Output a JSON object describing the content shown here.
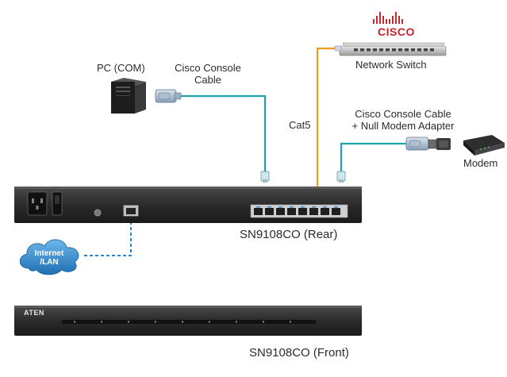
{
  "diagram": {
    "pc_label": "PC (COM)",
    "cisco_console_cable_line1": "Cisco Console",
    "cisco_console_cable_line2": "Cable",
    "cisco_logo_text": "CISCO",
    "network_switch_label": "Network Switch",
    "cat5_label": "Cat5",
    "cable_adapter_line1": "Cisco Console Cable",
    "cable_adapter_line2": "+ Null Modem Adapter",
    "modem_label": "Modem",
    "internet_line1": "Internet",
    "internet_line2": "/LAN",
    "aten_logo_text": "ATEN",
    "rear_label": "SN9108CO (Rear)",
    "front_label": "SN9108CO (Front)"
  },
  "colors": {
    "console_cable": "#1fa3a8",
    "cat5_cable": "#f29a1f",
    "lan_dashed": "#2a86c9",
    "cloud": "#3b8fd0",
    "device_body": "#2c2c2c",
    "cisco_red": "#c2272d"
  }
}
